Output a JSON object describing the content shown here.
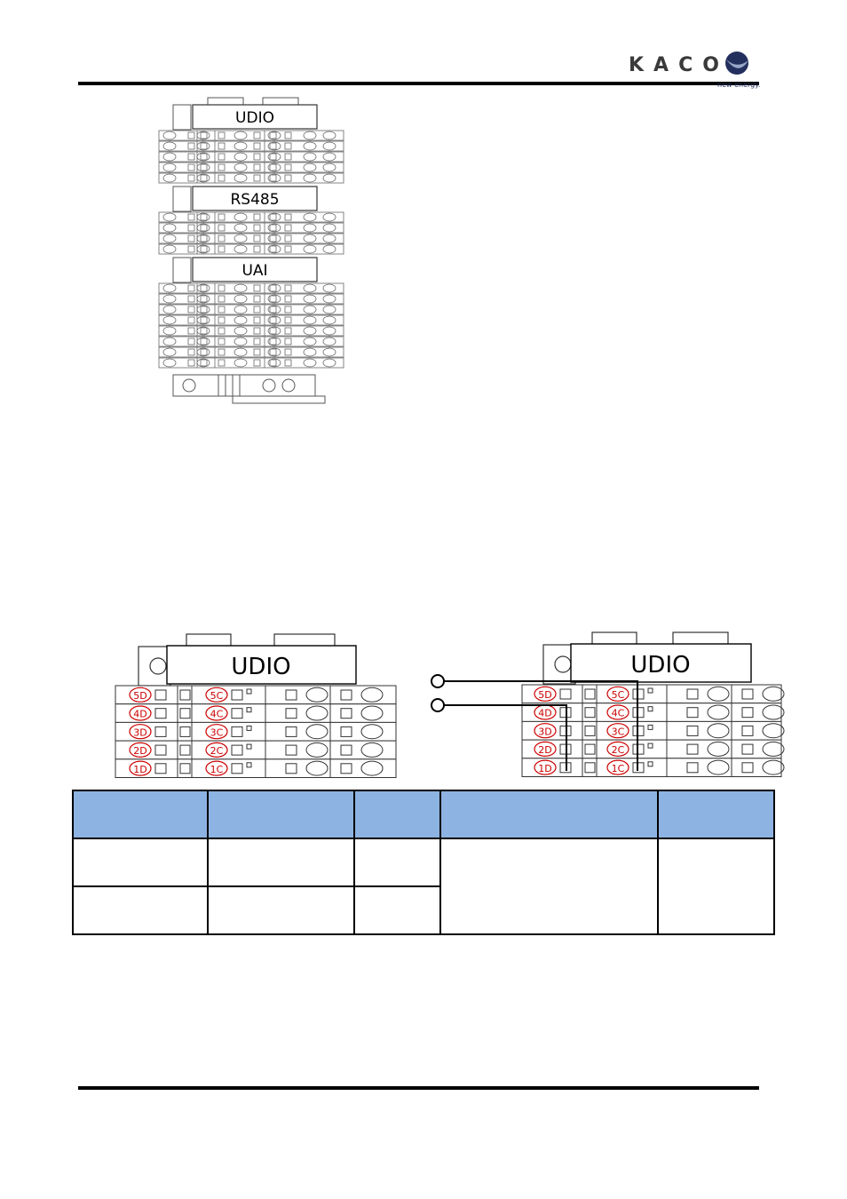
{
  "header": {
    "logo": {
      "wordmark": "KACO",
      "tagline": "new energy.",
      "icon": "kaco-globe-icon"
    }
  },
  "overview_block": {
    "labels": [
      "UDIO",
      "RS485",
      "UAI"
    ]
  },
  "udio_detail": {
    "left_label": "UDIO",
    "right_label": "UDIO",
    "d_terminals": [
      "5D",
      "4D",
      "3D",
      "2D",
      "1D"
    ],
    "c_terminals": [
      "5C",
      "4C",
      "3C",
      "2C",
      "1C"
    ],
    "connection_terminals": [
      "o-ring-icon",
      "o-ring-icon"
    ]
  },
  "colors": {
    "header_fill": "#8db3e2",
    "label_red": "#cc0000",
    "rule": "#000000"
  }
}
